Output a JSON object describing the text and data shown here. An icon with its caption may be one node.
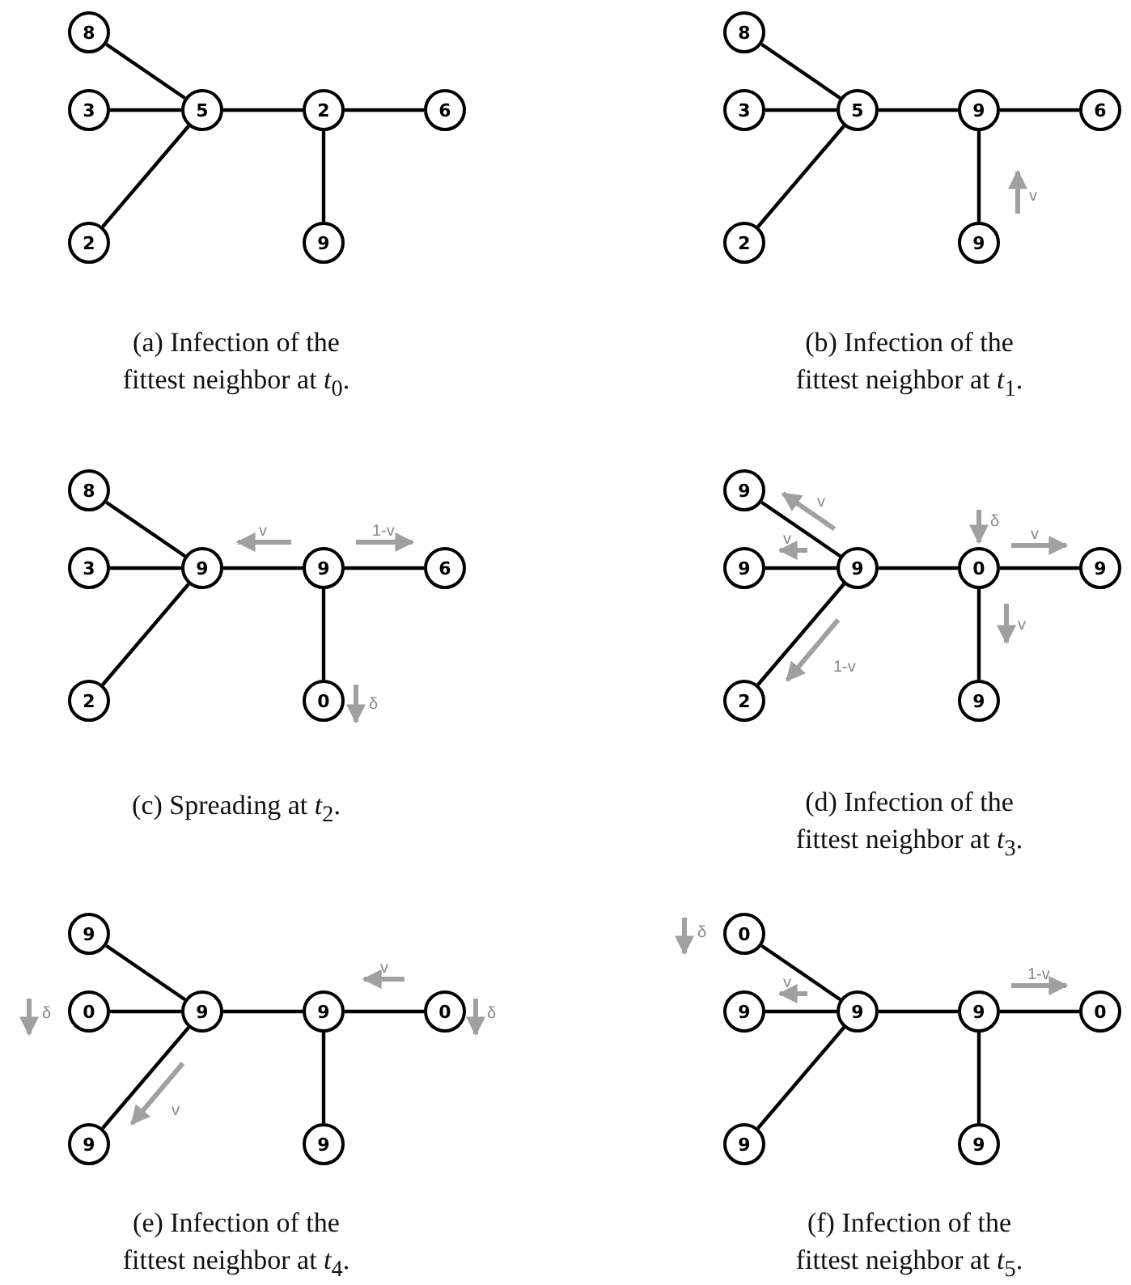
{
  "diagram": {
    "nodes": [
      {
        "text": [
          "8"
        ]
      },
      {
        "text": [
          "3"
        ]
      },
      {
        "text": [
          "5"
        ]
      },
      {
        "text": [
          "2"
        ]
      },
      {
        "text": [
          "6"
        ]
      },
      {
        "text": [
          "2"
        ]
      },
      {
        "text": [
          "9"
        ]
      },
      {
        "text": [
          "8"
        ]
      },
      {
        "text": [
          "3"
        ]
      },
      {
        "text": [
          "5"
        ]
      },
      {
        "text": [
          "9"
        ]
      },
      {
        "text": [
          "6"
        ]
      },
      {
        "text": [
          "2"
        ]
      },
      {
        "text": [
          "9"
        ]
      },
      {
        "text": [
          "8"
        ]
      },
      {
        "text": [
          "3"
        ]
      },
      {
        "text": [
          "9"
        ]
      },
      {
        "text": [
          "9"
        ]
      },
      {
        "text": [
          "6"
        ]
      },
      {
        "text": [
          "2"
        ]
      },
      {
        "text": [
          "0"
        ]
      },
      {
        "text": [
          "9"
        ]
      },
      {
        "text": [
          "9"
        ]
      },
      {
        "text": [
          "9"
        ]
      },
      {
        "text": [
          "0"
        ]
      },
      {
        "text": [
          "9"
        ]
      },
      {
        "text": [
          "2"
        ]
      },
      {
        "text": [
          "9"
        ]
      },
      {
        "text": [
          "9"
        ]
      },
      {
        "text": [
          "0"
        ]
      },
      {
        "text": [
          "9"
        ]
      },
      {
        "text": [
          "9"
        ]
      },
      {
        "text": [
          "0"
        ]
      },
      {
        "text": [
          "9"
        ]
      },
      {
        "text": [
          "9"
        ]
      },
      {
        "text": [
          "0"
        ]
      },
      {
        "text": [
          "9"
        ]
      },
      {
        "text": [
          "9"
        ]
      },
      {
        "text": [
          "9"
        ]
      },
      {
        "text": [
          "0"
        ]
      },
      {
        "text": [
          "9"
        ]
      },
      {
        "text": [
          "9"
        ]
      }
    ],
    "edges": [
      {
        "from": 0,
        "to": 2,
        "arrow": "none"
      },
      {
        "from": 1,
        "to": 2,
        "arrow": "none"
      },
      {
        "from": 2,
        "to": 3,
        "arrow": "none"
      },
      {
        "from": 3,
        "to": 4,
        "arrow": "none"
      },
      {
        "from": 5,
        "to": 2,
        "arrow": "none"
      },
      {
        "from": 3,
        "to": 6,
        "arrow": "none"
      },
      {
        "from": 7,
        "to": 9,
        "arrow": "none"
      },
      {
        "from": 8,
        "to": 9,
        "arrow": "none"
      },
      {
        "from": 9,
        "to": 10,
        "arrow": "none"
      },
      {
        "from": 10,
        "to": 11,
        "arrow": "none"
      },
      {
        "from": 12,
        "to": 9,
        "arrow": "none"
      },
      {
        "from": 10,
        "to": 13,
        "arrow": "none"
      },
      {
        "from": 14,
        "to": 16,
        "arrow": "none"
      },
      {
        "from": 15,
        "to": 16,
        "arrow": "none"
      },
      {
        "from": 16,
        "to": 17,
        "arrow": "none"
      },
      {
        "from": 17,
        "to": 18,
        "arrow": "none"
      },
      {
        "from": 19,
        "to": 16,
        "arrow": "none"
      },
      {
        "from": 17,
        "to": 20,
        "arrow": "none"
      },
      {
        "from": 21,
        "to": 23,
        "arrow": "none"
      },
      {
        "from": 22,
        "to": 23,
        "arrow": "none"
      },
      {
        "from": 23,
        "to": 24,
        "arrow": "none"
      },
      {
        "from": 24,
        "to": 25,
        "arrow": "none"
      },
      {
        "from": 26,
        "to": 23,
        "arrow": "none"
      },
      {
        "from": 24,
        "to": 27,
        "arrow": "none"
      },
      {
        "from": 28,
        "to": 30,
        "arrow": "none"
      },
      {
        "from": 29,
        "to": 30,
        "arrow": "none"
      },
      {
        "from": 30,
        "to": 31,
        "arrow": "none"
      },
      {
        "from": 31,
        "to": 32,
        "arrow": "none"
      },
      {
        "from": 33,
        "to": 30,
        "arrow": "none"
      },
      {
        "from": 31,
        "to": 34,
        "arrow": "none"
      },
      {
        "from": 35,
        "to": 37,
        "arrow": "none"
      },
      {
        "from": 36,
        "to": 37,
        "arrow": "none"
      },
      {
        "from": 37,
        "to": 38,
        "arrow": "none"
      },
      {
        "from": 38,
        "to": 39,
        "arrow": "none"
      },
      {
        "from": 40,
        "to": 37,
        "arrow": "none"
      },
      {
        "from": 38,
        "to": 41,
        "arrow": "none"
      }
    ],
    "labels": [
      "(a) Infection of the fittest neighbor at *t*$_{0}$.",
      "v",
      "(b) Infection of the fittest neighbor at *t*$_{1}$.",
      "v",
      "1-v",
      "δ",
      "(c) Spreading at *t*$_{2}$.",
      "v",
      "v",
      "1-v",
      "δ",
      "v",
      "v",
      "(d) Infection of the fittest neighbor at *t*$_{3}$.",
      "δ",
      "v",
      "δ",
      "v",
      "(e) Infection of the fittest neighbor at *t*$_{4}$.",
      "δ",
      "v",
      "1-v",
      "(f) Infection of the fittest neighbor at *t*$_{5}$."
    ]
  }
}
